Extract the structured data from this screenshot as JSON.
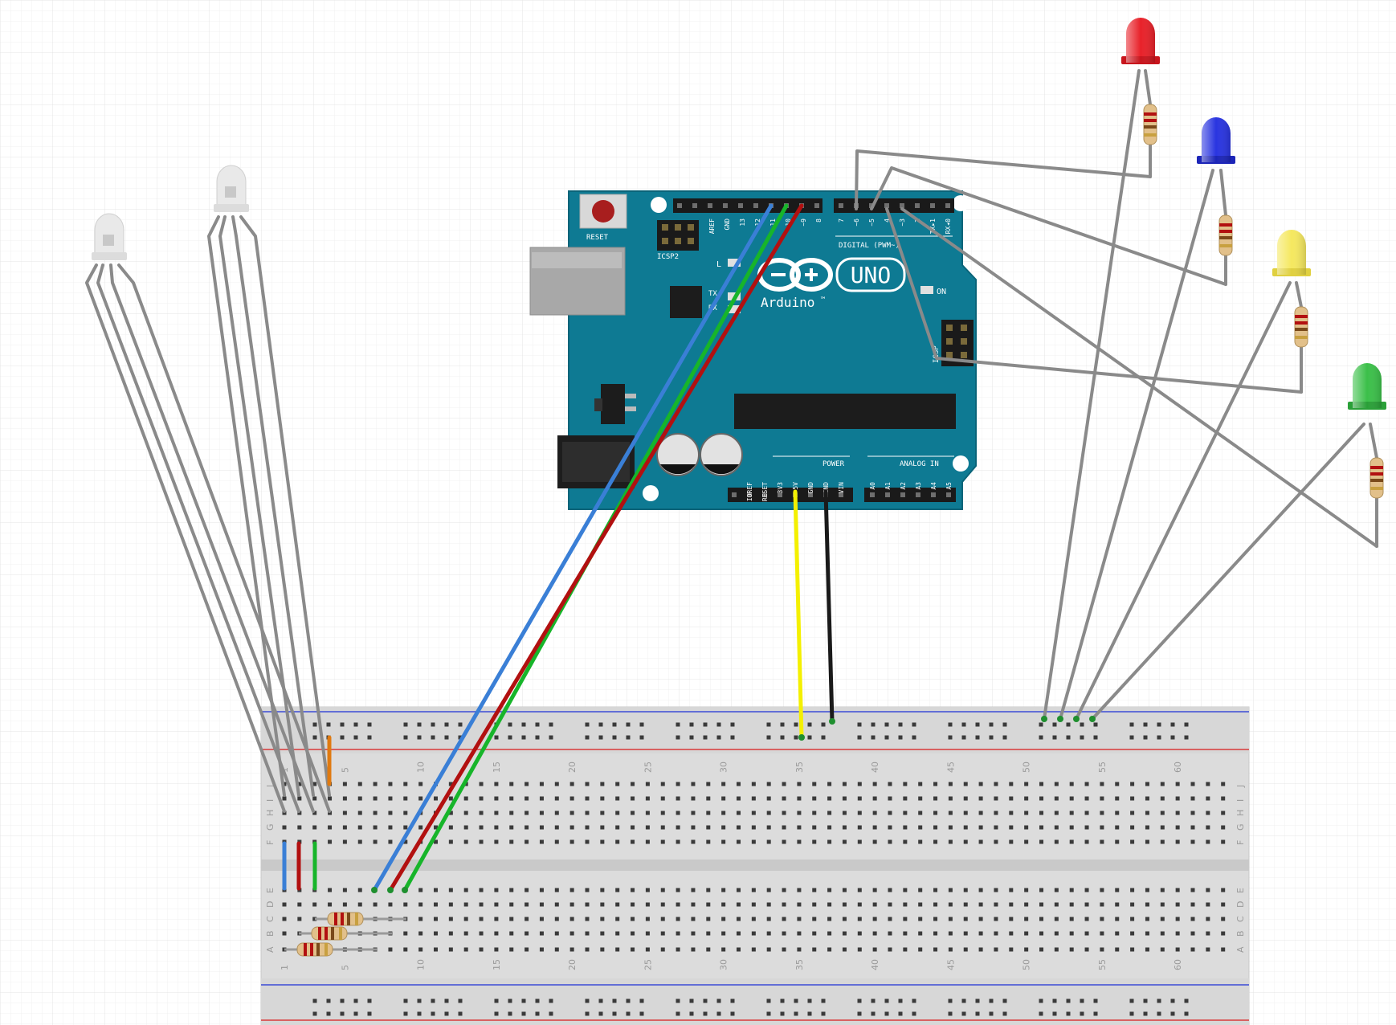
{
  "arduino": {
    "reset_label": "RESET",
    "icsp2_label": "ICSP2",
    "icsp_label": "ICSP",
    "logo_text": "Arduino",
    "trademark": "™",
    "model": "UNO",
    "digital_label": "DIGITAL (PWM~)",
    "power_label": "POWER",
    "analog_label": "ANALOG IN",
    "on_label": "ON",
    "l_label": "L",
    "tx_label": "TX",
    "rx_label": "RX",
    "aref_label": "AREF",
    "gnd_label": "GND",
    "top_pins_left": [
      "13",
      "12",
      "~11",
      "~10",
      "~9",
      "8"
    ],
    "top_pins_right": [
      "7",
      "~6",
      "~5",
      "4",
      "~3",
      "2",
      "TX▸1",
      "RX◂0"
    ],
    "power_pins": [
      "IOREF",
      "RESET",
      "3V3",
      "5V",
      "GND",
      "GND",
      "VIN"
    ],
    "analog_pins": [
      "A0",
      "A1",
      "A2",
      "A3",
      "A4",
      "A5"
    ]
  },
  "breadboard": {
    "column_numbers": [
      "1",
      "5",
      "10",
      "15",
      "20",
      "25",
      "30",
      "35",
      "40",
      "45",
      "50",
      "55",
      "60"
    ],
    "rows_top": [
      "J",
      "I",
      "H",
      "G",
      "F"
    ],
    "rows_bottom": [
      "E",
      "D",
      "C",
      "B",
      "A"
    ]
  },
  "colors": {
    "board": "#0e7a93",
    "board_dark": "#0a6479",
    "wire_gray": "#8a8a8a",
    "wire_blue": "#3a7fd6",
    "wire_green": "#17b52a",
    "wire_red": "#b21010",
    "wire_yellow": "#f4f000",
    "wire_black": "#1a1a1a",
    "led_red": "#e8222a",
    "led_blue": "#2a35e0",
    "led_yellow": "#f5e860",
    "led_green": "#3cc04a",
    "led_clear": "#e9e9e9"
  }
}
